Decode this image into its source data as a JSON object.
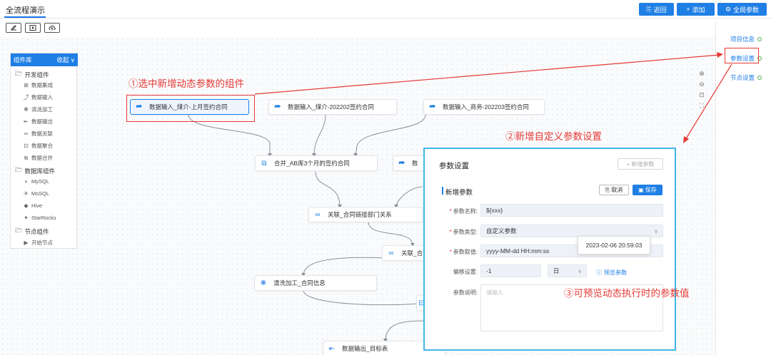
{
  "header": {
    "title": "全流程演示",
    "back_label": "返回",
    "add_label": "添加",
    "global_params_label": "全局参数"
  },
  "toolbar": {
    "icons": [
      "edit-icon",
      "run-icon",
      "publish-icon"
    ]
  },
  "library": {
    "title": "组件库",
    "collapse_label": "收起",
    "groups": [
      {
        "label": "开发组件",
        "items": [
          "数据集成",
          "数据输入",
          "清洗加工",
          "数据输出",
          "数据关联",
          "数据聚合",
          "数据合并"
        ]
      },
      {
        "label": "数据库组件",
        "items": [
          "MySQL",
          "MsSQL",
          "Hive",
          "StarRocks"
        ]
      },
      {
        "label": "节点组件",
        "items": [
          "开始节点"
        ]
      }
    ]
  },
  "nodes": {
    "input1": "数据输入_煤介-上月签约合同",
    "input2": "数据输入_煤介-202202签约合同",
    "input3": "数据输入_商务-202203签约合同",
    "merge": "合并_AB库3个月的签约合同",
    "partial1": "数",
    "join1": "关联_合同链接部门关系",
    "join2": "关联_合",
    "clean": "清洗加工_合同信息",
    "output": "数据输出_目标表"
  },
  "right_panel": {
    "items": [
      "项目信息",
      "参数设置",
      "节点设置"
    ]
  },
  "dialog": {
    "title": "参数设置",
    "add_param_label": "新增参数",
    "section_title": "新增参数",
    "cancel_label": "取消",
    "save_label": "保存",
    "fields": {
      "name_label": "参数名称:",
      "name_value": "${xxx}",
      "type_label": "参数类型:",
      "type_value": "自定义参数",
      "value_label": "参数取值:",
      "value_value": "yyyy-MM-dd  HH:mm:ss",
      "offset_label": "偏移设置:",
      "offset_value": "-1",
      "offset_unit": "日",
      "preview_label": "预览参数",
      "desc_label": "参数说明:",
      "desc_placeholder": "请输入"
    },
    "tooltip": "2023-02-06 20:59:03"
  },
  "annotations": {
    "step1": "①选中新增动态参数的组件",
    "step2": "②新增自定义参数设置",
    "step3": "③可预览动态执行时的参数值"
  },
  "colors": {
    "primary": "#1f7fe5",
    "annotation": "#e53935",
    "dialog_border": "#3fb6e8",
    "status": "#4caf50"
  }
}
